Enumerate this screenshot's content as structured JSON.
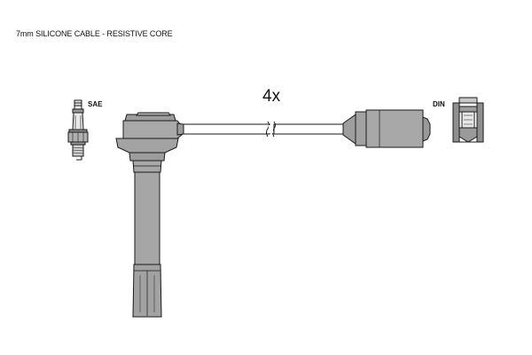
{
  "caption": "7mm SILICONE CABLE - RESISTIVE CORE",
  "quantity_label": "4x",
  "left_terminal_label": "SAE",
  "right_terminal_label": "DIN",
  "colors": {
    "part_fill": "#a6a6a6",
    "part_fill_dark": "#8c8c8c",
    "outline": "#1a1a1a",
    "background": "#ffffff"
  },
  "icons": [
    "spark-plug-icon",
    "ignition-coil-boot-icon",
    "cable-icon",
    "plug-boot-icon",
    "din-terminal-section-icon"
  ]
}
